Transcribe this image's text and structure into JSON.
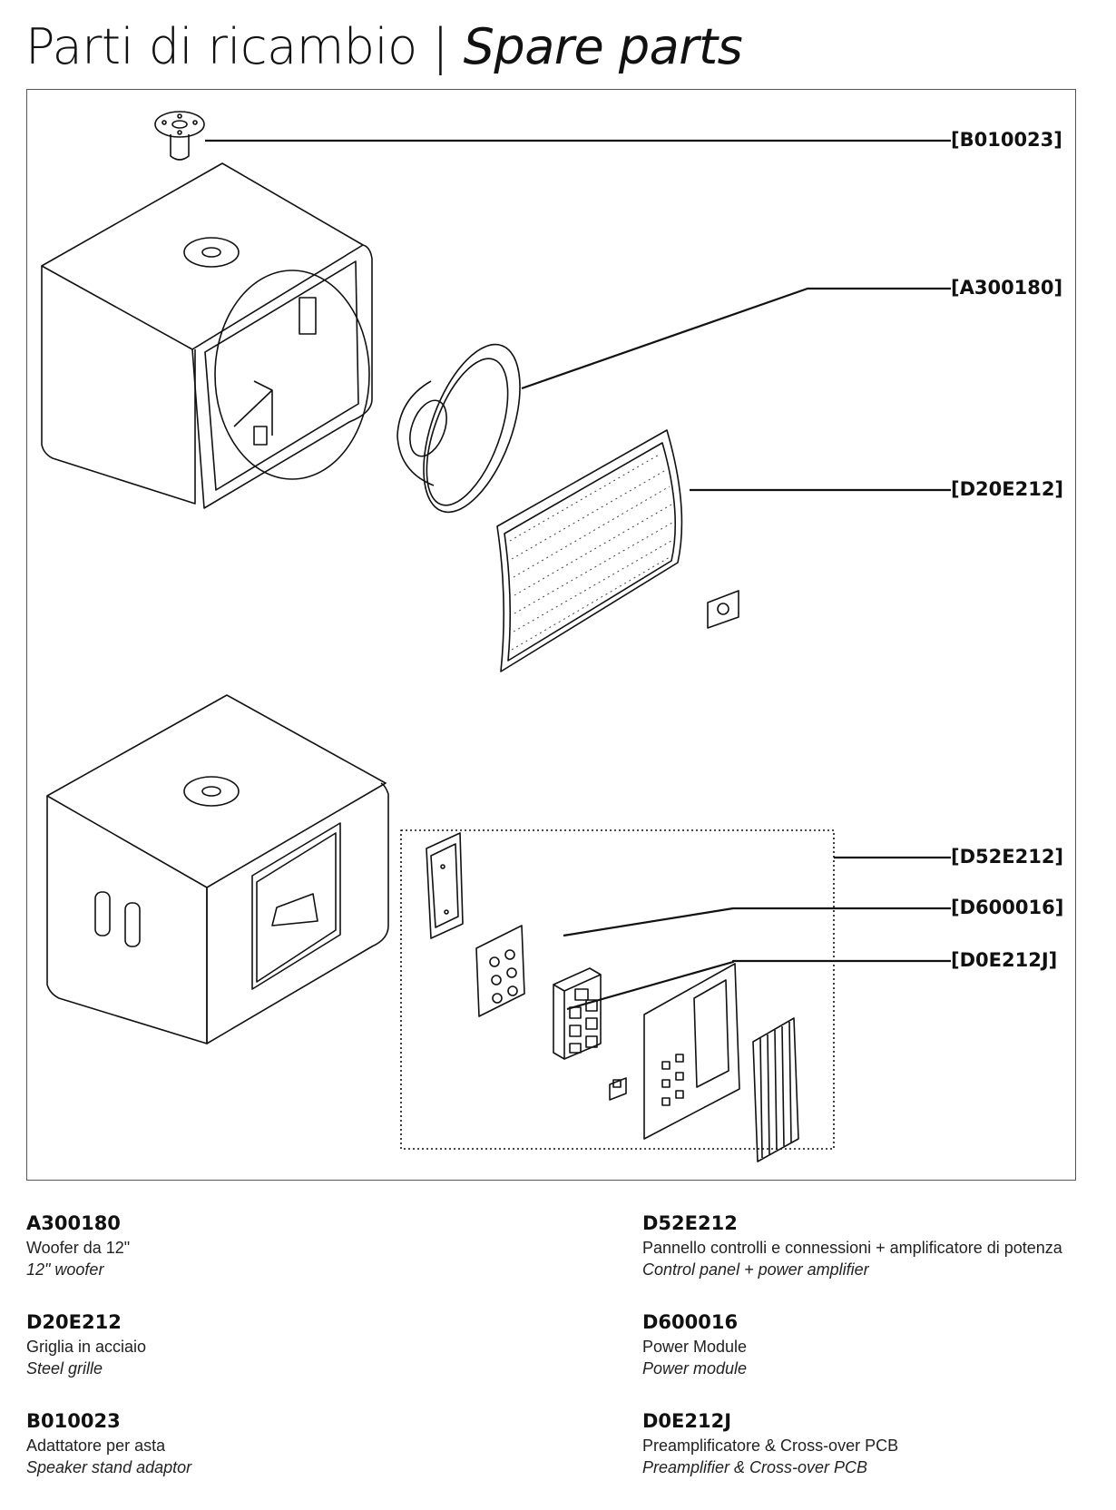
{
  "header": {
    "title_it": "Parti di ricambio |",
    "title_en": "Spare parts"
  },
  "callouts": [
    {
      "code": "[B010023]"
    },
    {
      "code": "[A300180]"
    },
    {
      "code": "[D20E212]"
    },
    {
      "code": "[D52E212]"
    },
    {
      "code": "[D600016]"
    },
    {
      "code": "[D0E212J]"
    }
  ],
  "parts": [
    {
      "code": "A300180",
      "name_it": "Woofer da 12\"",
      "name_en": "12\" woofer"
    },
    {
      "code": "D20E212",
      "name_it": "Griglia in acciaio",
      "name_en": "Steel grille"
    },
    {
      "code": "B010023",
      "name_it": "Adattatore per asta",
      "name_en": "Speaker stand adaptor"
    },
    {
      "code": "D52E212",
      "name_it": "Pannello controlli e connessioni + amplificatore di potenza",
      "name_en": "Control panel + power amplifier"
    },
    {
      "code": "D600016",
      "name_it": "Power Module",
      "name_en": "Power module"
    },
    {
      "code": "D0E212J",
      "name_it": "Preamplificatore & Cross-over PCB",
      "name_en": "Preamplifier & Cross-over PCB"
    }
  ]
}
